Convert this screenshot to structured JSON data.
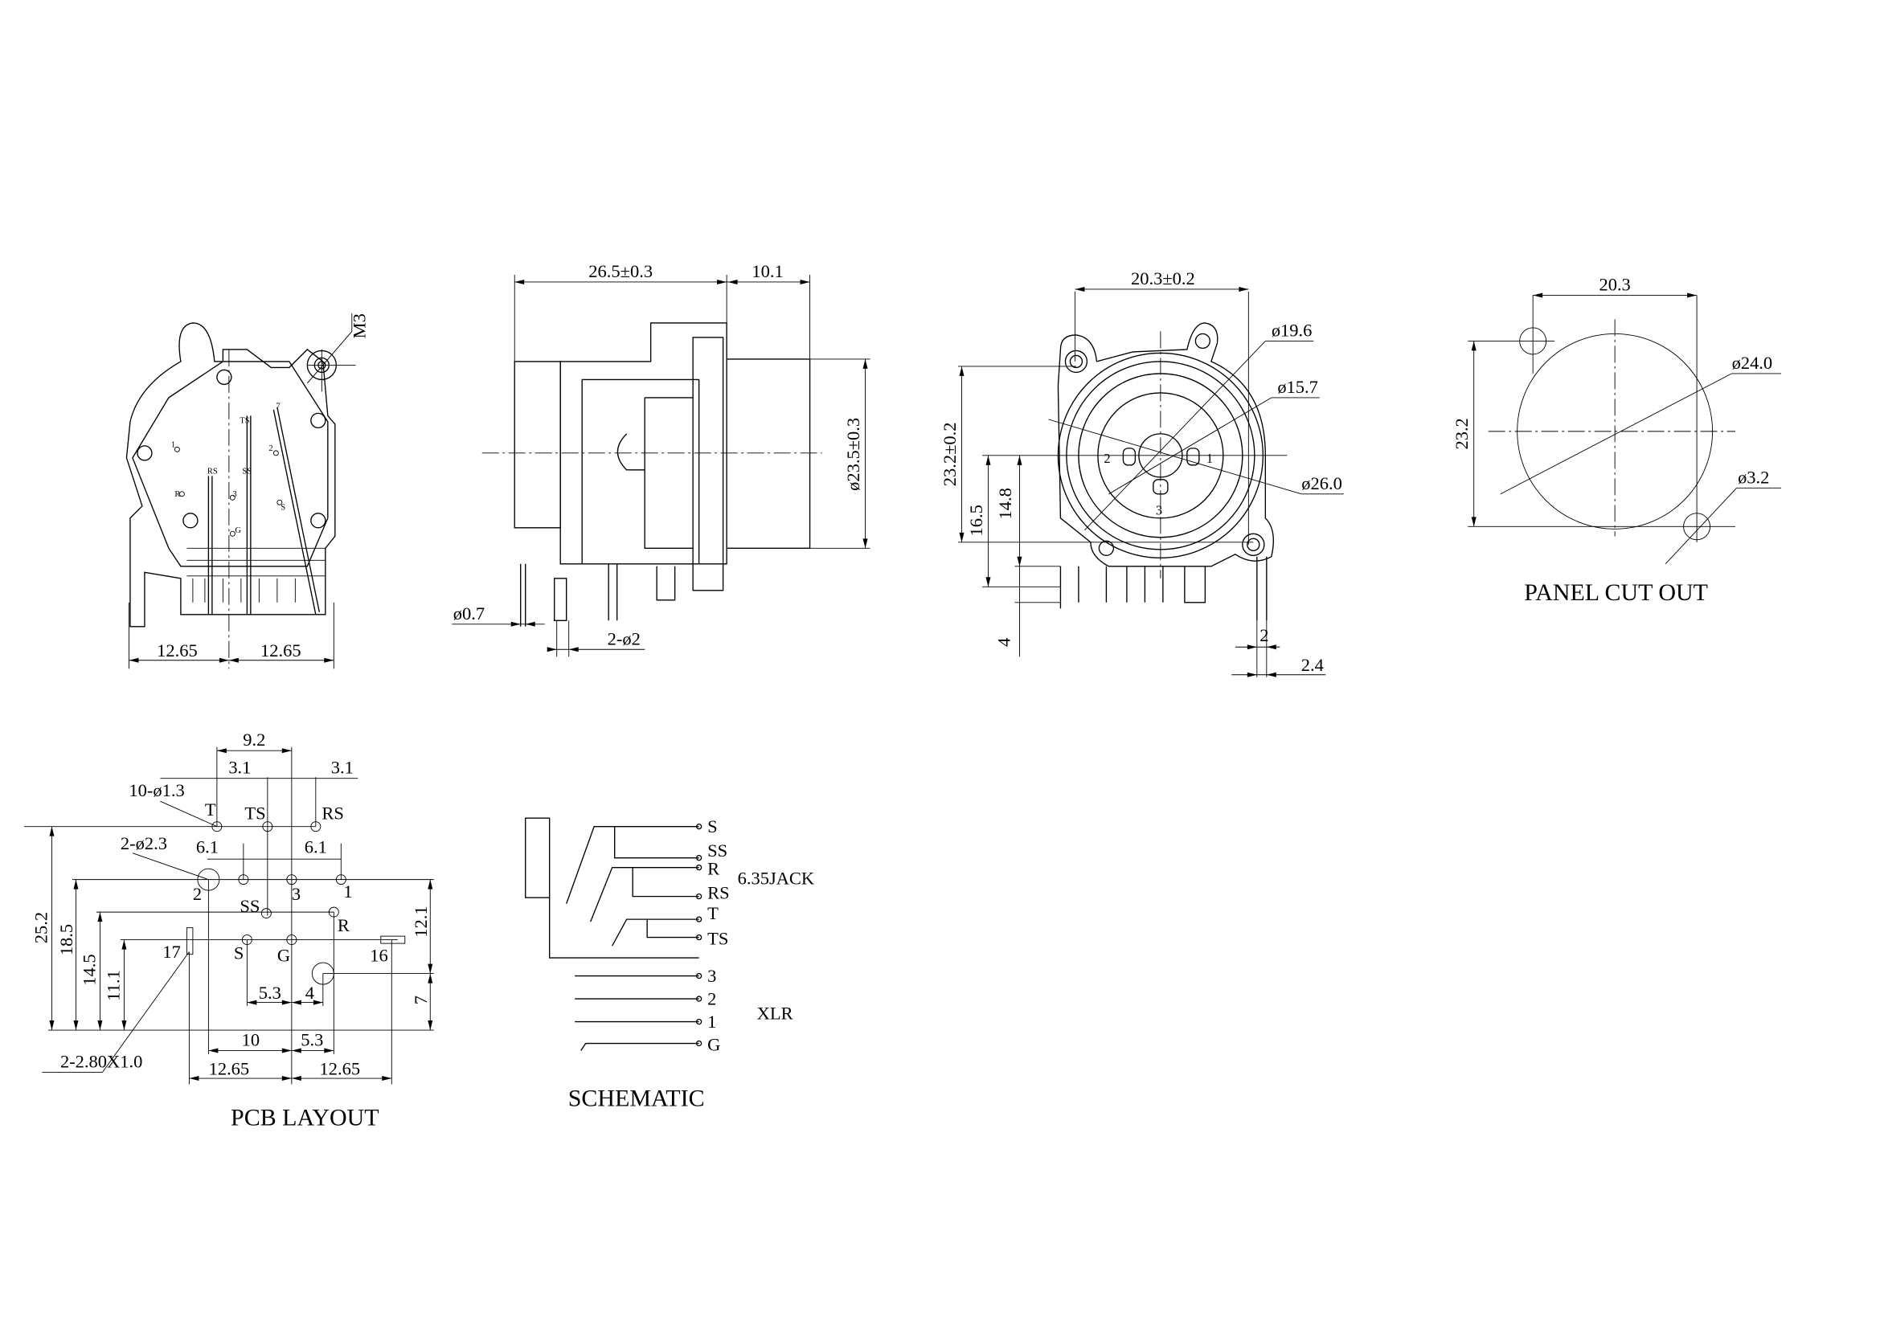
{
  "side_view": {
    "thread_label": "M3",
    "pin_labels": [
      "1",
      "TS",
      "2",
      "7",
      "RS",
      "SS",
      "R",
      "S",
      "G",
      "3"
    ],
    "width_left": "12.65",
    "width_right": "12.65"
  },
  "profile_view": {
    "length": "26.5±0.3",
    "front_depth": "10.1",
    "front_diameter": "ø23.5±0.3",
    "pin_diameter": "ø0.7",
    "peg_diameter": "2-ø2"
  },
  "front_view": {
    "width": "20.3±0.2",
    "dia_inner": "ø19.6",
    "dia_jack": "ø15.7",
    "dia_outer": "ø26.0",
    "height": "23.2±0.2",
    "h_center": "16.5",
    "h_center2": "14.8",
    "pin_length": "4",
    "pin_width": "2",
    "pin_offset": "2.4",
    "contact_labels": [
      "2",
      "1",
      "3"
    ]
  },
  "panel_cutout": {
    "title": "PANEL CUT OUT",
    "hole_spacing": "20.3",
    "hole_vertical": "23.2",
    "main_diameter": "ø24.0",
    "screw_diameter": "ø3.2"
  },
  "pcb_layout": {
    "title": "PCB LAYOUT",
    "dims": {
      "d9_2": "9.2",
      "d3_1a": "3.1",
      "d3_1b": "3.1",
      "holes_small": "10-ø1.3",
      "holes_big": "2-ø2.3",
      "d6_1a": "6.1",
      "d6_1b": "6.1",
      "d25_2": "25.2",
      "d18_5": "18.5",
      "d14_5": "14.5",
      "d11_1": "11.1",
      "d12_1": "12.1",
      "d7": "7",
      "d5_3a": "5.3",
      "d4": "4",
      "d10": "10",
      "d5_3b": "5.3",
      "slots": "2-2.80X1.0",
      "w_left": "12.65",
      "w_right": "12.65"
    },
    "pins": {
      "T": "T",
      "TS": "TS",
      "RS": "RS",
      "p2": "2",
      "p3": "3",
      "p1": "1",
      "SS": "SS",
      "R": "R",
      "S": "S",
      "G": "G",
      "p17": "17",
      "p16": "16"
    }
  },
  "schematic": {
    "title": "SCHEMATIC",
    "jack_label": "6.35JACK",
    "xlr_label": "XLR",
    "jack_terminals": [
      "S",
      "SS",
      "R",
      "RS",
      "T",
      "TS"
    ],
    "xlr_terminals": [
      "3",
      "2",
      "1",
      "G"
    ]
  }
}
